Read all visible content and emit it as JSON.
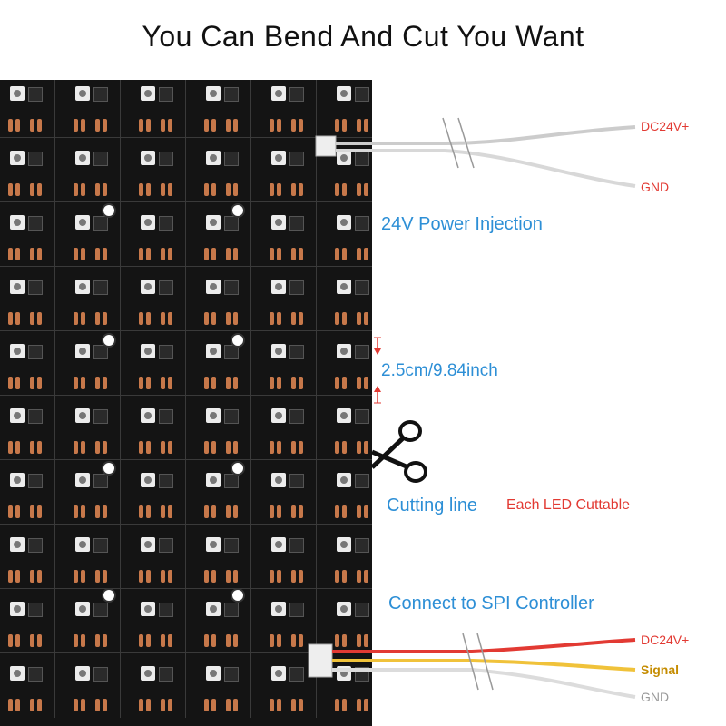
{
  "title": "You Can Bend And Cut You Want",
  "power_wire": {
    "plus_label": "DC24V+",
    "gnd_label": "GND"
  },
  "power_injection_label": "24V Power Injection",
  "spacing_label": "2.5cm/9.84inch",
  "cutting": {
    "line_label": "Cutting line",
    "each_label": "Each LED Cuttable"
  },
  "controller_label": "Connect to SPI Controller",
  "controller_wire": {
    "plus_label": "DC24V+",
    "signal_label": "Signal",
    "gnd_label": "GND"
  },
  "colors": {
    "blue": "#2d8fd6",
    "red": "#e23a33",
    "signal": "#c58c00",
    "gnd": "#999999",
    "copper": "#c7784a"
  }
}
